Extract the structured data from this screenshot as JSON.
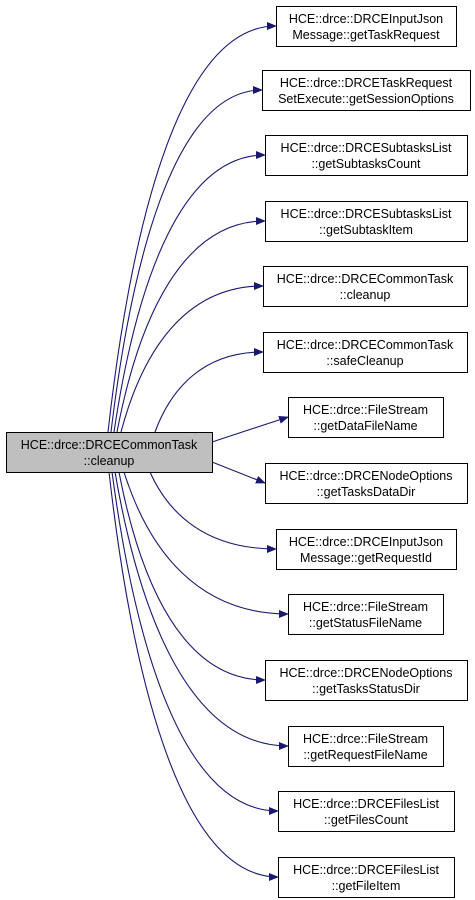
{
  "diagram": {
    "colors": {
      "edge": "#191970",
      "node_border": "#000000",
      "node_fill": "#ffffff",
      "root_fill": "#bfbfbf"
    },
    "root": {
      "line1": "HCE::drce::DRCECommonTask",
      "line2": "::cleanup"
    },
    "callees": [
      {
        "line1": "HCE::drce::DRCEInputJson",
        "line2": "Message::getTaskRequest"
      },
      {
        "line1": "HCE::drce::DRCETaskRequest",
        "line2": "SetExecute::getSessionOptions"
      },
      {
        "line1": "HCE::drce::DRCESubtasksList",
        "line2": "::getSubtasksCount"
      },
      {
        "line1": "HCE::drce::DRCESubtasksList",
        "line2": "::getSubtaskItem"
      },
      {
        "line1": "HCE::drce::DRCECommonTask",
        "line2": "::cleanup"
      },
      {
        "line1": "HCE::drce::DRCECommonTask",
        "line2": "::safeCleanup"
      },
      {
        "line1": "HCE::drce::FileStream",
        "line2": "::getDataFileName"
      },
      {
        "line1": "HCE::drce::DRCENodeOptions",
        "line2": "::getTasksDataDir"
      },
      {
        "line1": "HCE::drce::DRCEInputJson",
        "line2": "Message::getRequestId"
      },
      {
        "line1": "HCE::drce::FileStream",
        "line2": "::getStatusFileName"
      },
      {
        "line1": "HCE::drce::DRCENodeOptions",
        "line2": "::getTasksStatusDir"
      },
      {
        "line1": "HCE::drce::FileStream",
        "line2": "::getRequestFileName"
      },
      {
        "line1": "HCE::drce::DRCEFilesList",
        "line2": "::getFilesCount"
      },
      {
        "line1": "HCE::drce::DRCEFilesList",
        "line2": "::getFileItem"
      }
    ]
  }
}
